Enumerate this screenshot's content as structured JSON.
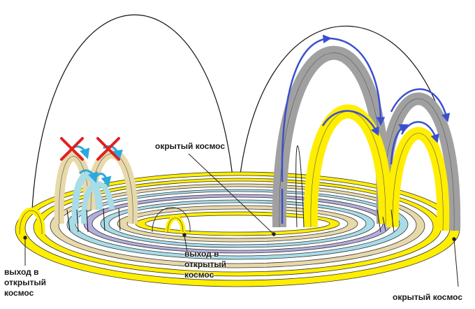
{
  "labels": {
    "center": "окрытый космос",
    "left_exit": [
      "выход в",
      "открытый",
      "космос"
    ],
    "inner_exit": [
      "выход в",
      "открытый",
      "космос"
    ],
    "bottom_right": "окрытый космос"
  },
  "colors": {
    "yellow": "#ffee00",
    "beige": "#e8d9aa",
    "cyan": "#a8dce8",
    "lavender": "#b4aedc",
    "gray": "#a0a0a0",
    "arrow_blue": "#3a4fd0",
    "light_blue": "#2aa8e0",
    "cross_red": "#e02020"
  },
  "icons": [
    "red-cross-icon",
    "flow-arrow-icon"
  ]
}
